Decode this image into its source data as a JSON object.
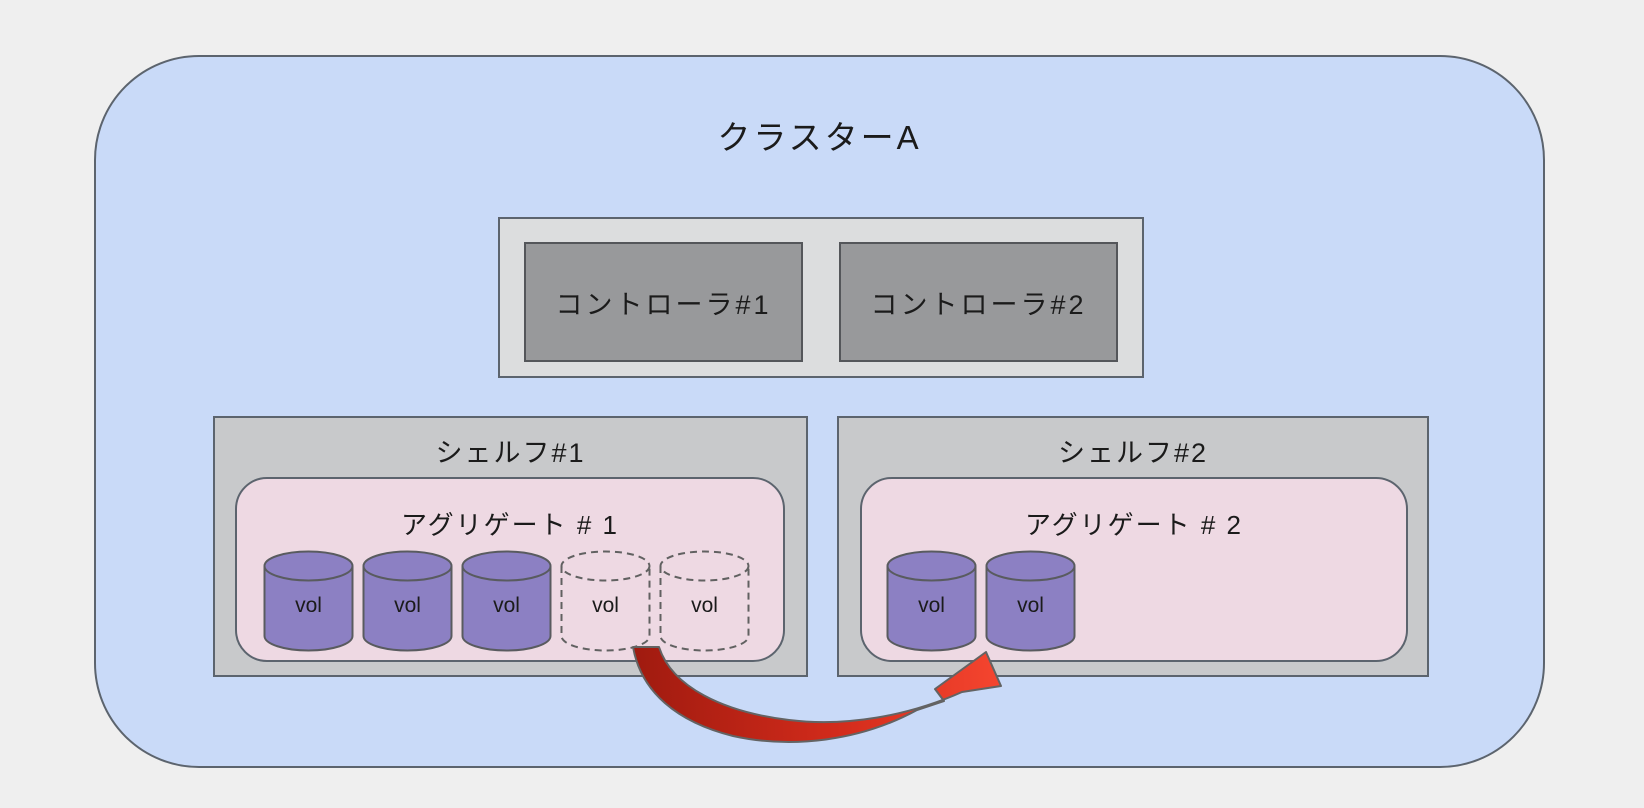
{
  "diagram": {
    "cluster_title": "クラスターA",
    "controllers": [
      {
        "label": "コントローラ#1"
      },
      {
        "label": "コントローラ#2"
      }
    ],
    "shelves": [
      {
        "label": "シェルフ#1",
        "aggregate": {
          "label": "アグリゲート # 1",
          "volumes": [
            {
              "label": "vol",
              "style": "solid"
            },
            {
              "label": "vol",
              "style": "solid"
            },
            {
              "label": "vol",
              "style": "solid"
            },
            {
              "label": "vol",
              "style": "dashed"
            },
            {
              "label": "vol",
              "style": "dashed"
            }
          ]
        }
      },
      {
        "label": "シェルフ#2",
        "aggregate": {
          "label": "アグリゲート # 2",
          "volumes": [
            {
              "label": "vol",
              "style": "solid"
            },
            {
              "label": "vol",
              "style": "solid"
            }
          ]
        }
      }
    ],
    "colors": {
      "canvas_background": "#efefef",
      "cluster_fill": "#c9daf8",
      "controller_unit_fill": "#dcddde",
      "controller_fill": "#98999b",
      "shelf_fill": "#c8c9cb",
      "aggregate_fill": "#eed9e3",
      "volume_fill": "#8c80c3",
      "border": "#5c646e",
      "arrow_gradient_start": "#9e1a0f",
      "arrow_gradient_end": "#f5452f"
    }
  }
}
